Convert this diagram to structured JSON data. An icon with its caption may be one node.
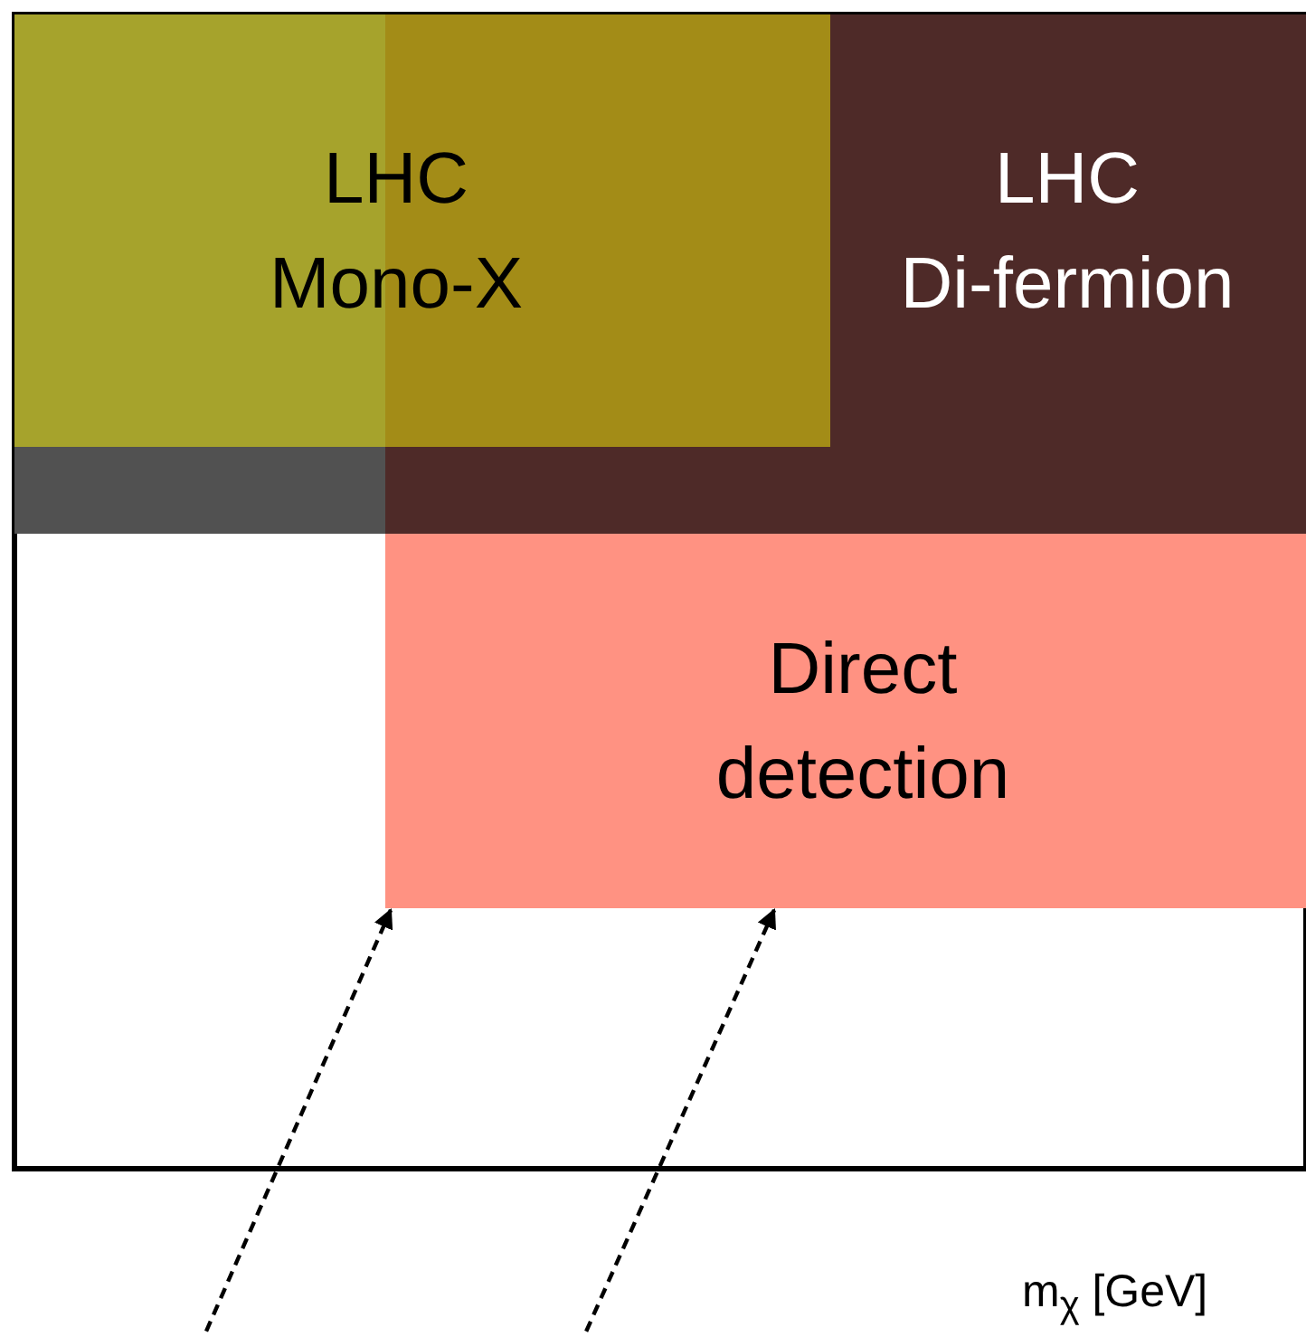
{
  "diagram": {
    "nodes": [
      {
        "text": [
          "LHC Mono-X"
        ]
      },
      {
        "text": [
          "LHC Di-fermion"
        ]
      },
      {
        "text": [
          "Direct detection"
        ]
      },
      {
        "text": [],
        "shape": "bar"
      }
    ],
    "edges": [
      {
        "from": null,
        "to": 2,
        "arrow": "to",
        "style": "dashed"
      },
      {
        "from": null,
        "to": 2,
        "arrow": "to",
        "style": "dashed"
      }
    ],
    "labels": [
      "m$_{χ}$ [GeV]"
    ]
  }
}
